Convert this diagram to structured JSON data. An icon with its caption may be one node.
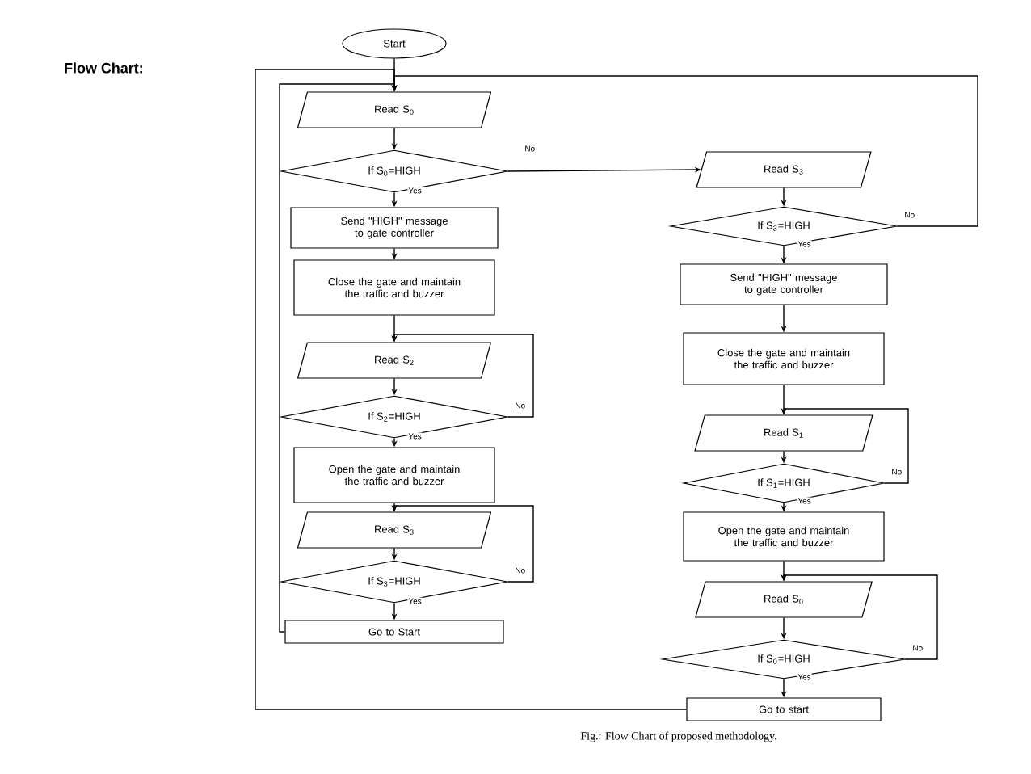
{
  "diagram": {
    "title": "Flow Chart:",
    "caption": "Fig.: Flow Chart of proposed methodology.",
    "nodes": [
      {
        "text": [
          "Start"
        ]
      },
      {
        "text": [
          "Read S$_{0}$"
        ]
      },
      {
        "text": [
          "If S$_{0}$=HIGH"
        ]
      },
      {
        "text": [
          "Send \"HIGH\" message to gate controller"
        ]
      },
      {
        "text": [
          "Close the gate and maintain the traffic and buzzer"
        ]
      },
      {
        "text": [
          "Read S$_{2}$"
        ]
      },
      {
        "text": [
          "If S$_{2}$=HIGH"
        ]
      },
      {
        "text": [
          "Open the gate and maintain the traffic and buzzer"
        ]
      },
      {
        "text": [
          "Read S$_{3}$"
        ]
      },
      {
        "text": [
          "If S$_{3}$=HIGH"
        ]
      },
      {
        "text": [
          "Go to Start"
        ]
      },
      {
        "text": [
          "Read S$_{3}$"
        ]
      },
      {
        "text": [
          "If S$_{3}$=HIGH"
        ]
      },
      {
        "text": [
          "Send \"HIGH\" message to gate controller"
        ]
      },
      {
        "text": [
          "Close the gate and maintain the traffic and buzzer"
        ]
      },
      {
        "text": [
          "Read S$_{1}$"
        ]
      },
      {
        "text": [
          "If S$_{1}$=HIGH"
        ]
      },
      {
        "text": [
          "Open the gate and maintain the traffic and buzzer"
        ]
      },
      {
        "text": [
          "Read S$_{0}$"
        ]
      },
      {
        "text": [
          "If S$_{0}$=HIGH"
        ]
      },
      {
        "text": [
          "Go to start"
        ]
      }
    ],
    "edges": [
      {
        "from": 0,
        "to": 1,
        "arrow": "to"
      },
      {
        "from": 1,
        "to": 2,
        "arrow": "to"
      },
      {
        "from": 2,
        "to": 3,
        "arrow": "to",
        "label": "Yes"
      },
      {
        "from": 3,
        "to": 4,
        "arrow": "to"
      },
      {
        "from": 4,
        "to": 5,
        "arrow": "to"
      },
      {
        "from": 5,
        "to": 6,
        "arrow": "to"
      },
      {
        "from": 6,
        "to": 5,
        "arrow": "to",
        "label": "No"
      },
      {
        "from": 6,
        "to": 7,
        "arrow": "to",
        "label": "Yes"
      },
      {
        "from": 7,
        "to": 8,
        "arrow": "to"
      },
      {
        "from": 8,
        "to": 9,
        "arrow": "to"
      },
      {
        "from": 9,
        "to": 8,
        "arrow": "to",
        "label": "No"
      },
      {
        "from": 9,
        "to": 10,
        "arrow": "to",
        "label": "Yes"
      },
      {
        "from": 10,
        "to": 1,
        "arrow": "to"
      },
      {
        "from": 2,
        "to": 11,
        "arrow": "to",
        "label": "No"
      },
      {
        "from": 11,
        "to": 12,
        "arrow": "to"
      },
      {
        "from": 12,
        "to": 1,
        "arrow": "to",
        "label": "No"
      },
      {
        "from": 12,
        "to": 13,
        "arrow": "to",
        "label": "Yes"
      },
      {
        "from": 13,
        "to": 14,
        "arrow": "to"
      },
      {
        "from": 14,
        "to": 15,
        "arrow": "to"
      },
      {
        "from": 15,
        "to": 16,
        "arrow": "to"
      },
      {
        "from": 16,
        "to": 15,
        "arrow": "to",
        "label": "No"
      },
      {
        "from": 16,
        "to": 17,
        "arrow": "to",
        "label": "Yes"
      },
      {
        "from": 17,
        "to": 18,
        "arrow": "to"
      },
      {
        "from": 18,
        "to": 19,
        "arrow": "to"
      },
      {
        "from": 19,
        "to": 18,
        "arrow": "to",
        "label": "No"
      },
      {
        "from": 19,
        "to": 20,
        "arrow": "to",
        "label": "Yes"
      },
      {
        "from": 20,
        "to": 1,
        "arrow": "to"
      }
    ]
  }
}
